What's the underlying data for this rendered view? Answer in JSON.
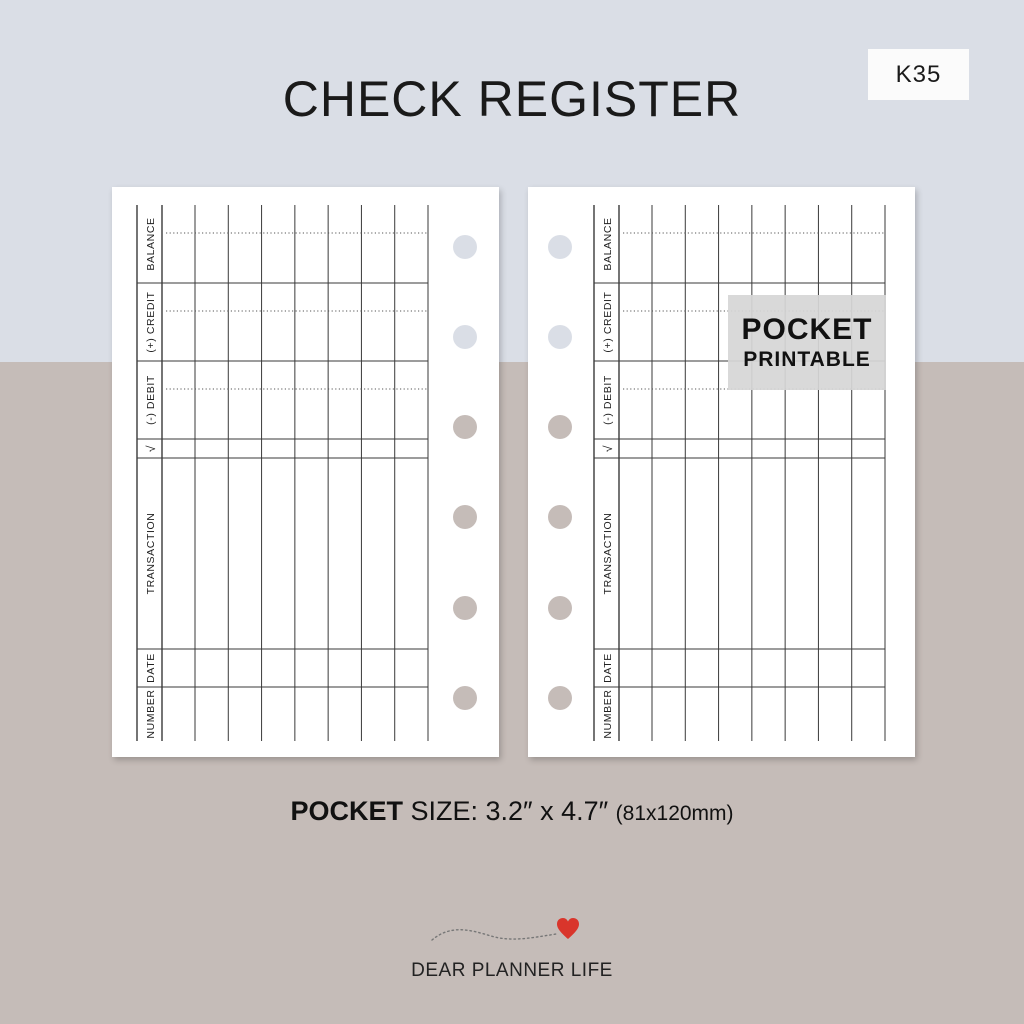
{
  "title": "CHECK REGISTER",
  "code": "K35",
  "badge": {
    "line1": "POCKET",
    "line2": "PRINTABLE"
  },
  "size_line": {
    "bold": "POCKET",
    "label": " SIZE: 3.2″ x 4.7″ ",
    "metric": "(81x120mm)"
  },
  "brand": {
    "text": "DEAR PLANNER ",
    "light": "LIFE",
    "heart_color": "#d9352b"
  },
  "register": {
    "columns": [
      "BALANCE",
      "(+) CREDIT",
      "(-) DEBIT",
      "√",
      "TRANSACTION",
      "DATE",
      "NUMBER"
    ],
    "entry_columns": 8
  },
  "colors": {
    "top_background": "#dadee6",
    "bottom_background": "#c5bcb8",
    "line": "#3a3a3a"
  }
}
